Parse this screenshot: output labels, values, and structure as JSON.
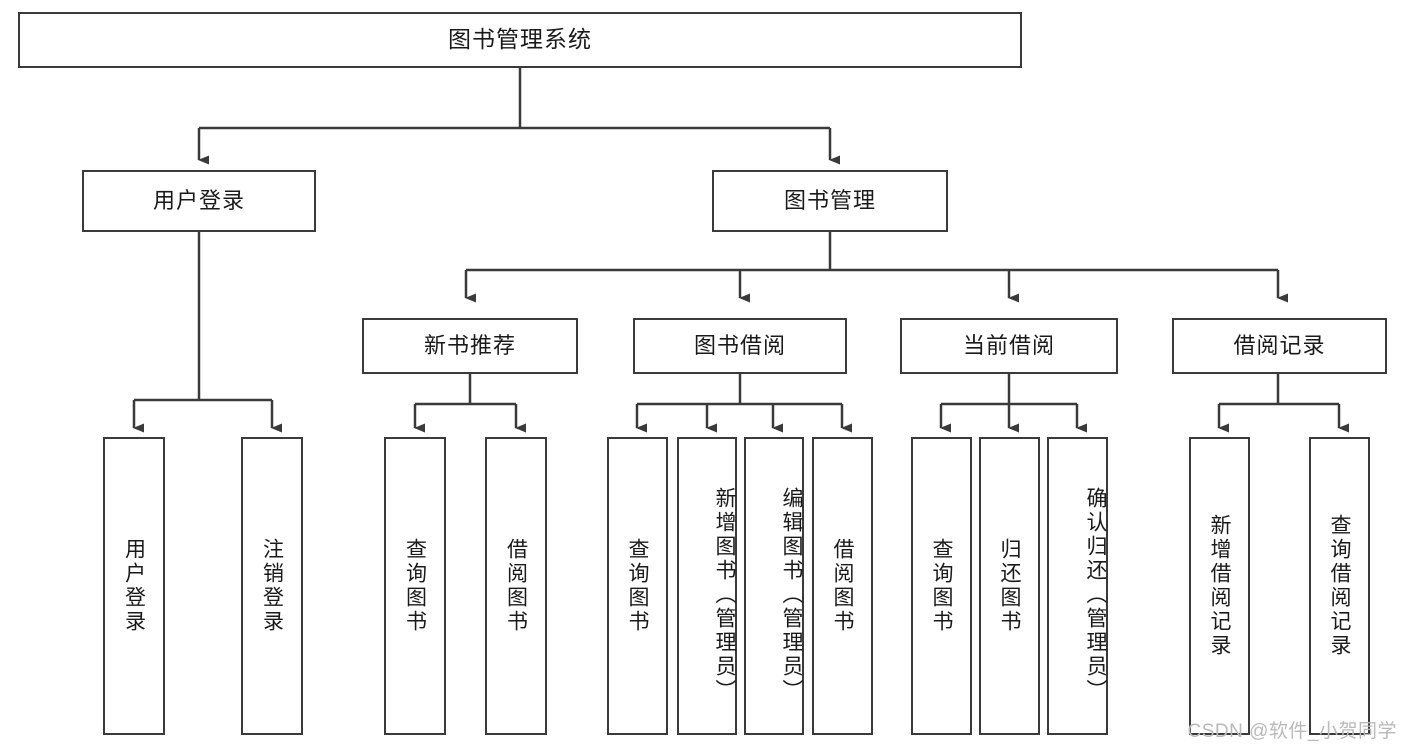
{
  "diagram": {
    "title": "图书管理系统",
    "watermark": "CSDN @软件_小贺同学",
    "edge_color": "#3a3a3a",
    "box_border_color": "#3a3a3a",
    "background_color": "#ffffff",
    "levels": {
      "root": {
        "label": "图书管理系统"
      },
      "level2": [
        {
          "label": "用户登录"
        },
        {
          "label": "图书管理"
        }
      ],
      "level3": [
        {
          "label": "新书推荐"
        },
        {
          "label": "图书借阅"
        },
        {
          "label": "当前借阅"
        },
        {
          "label": "借阅记录"
        }
      ],
      "leaves": {
        "user_login": [
          {
            "label": "用户登录"
          },
          {
            "label": "注销登录"
          }
        ],
        "new_book_recommend": [
          {
            "label": "查询图书"
          },
          {
            "label": "借阅图书"
          }
        ],
        "book_borrow": [
          {
            "label": "查询图书"
          },
          {
            "label": "新增图书（管理员）"
          },
          {
            "label": "编辑图书（管理员）"
          },
          {
            "label": "借阅图书"
          }
        ],
        "current_borrow": [
          {
            "label": "查询图书"
          },
          {
            "label": "归还图书"
          },
          {
            "label": "确认归还（管理员）"
          }
        ],
        "borrow_record": [
          {
            "label": "新增借阅记录"
          },
          {
            "label": "查询借阅记录"
          }
        ]
      }
    }
  }
}
